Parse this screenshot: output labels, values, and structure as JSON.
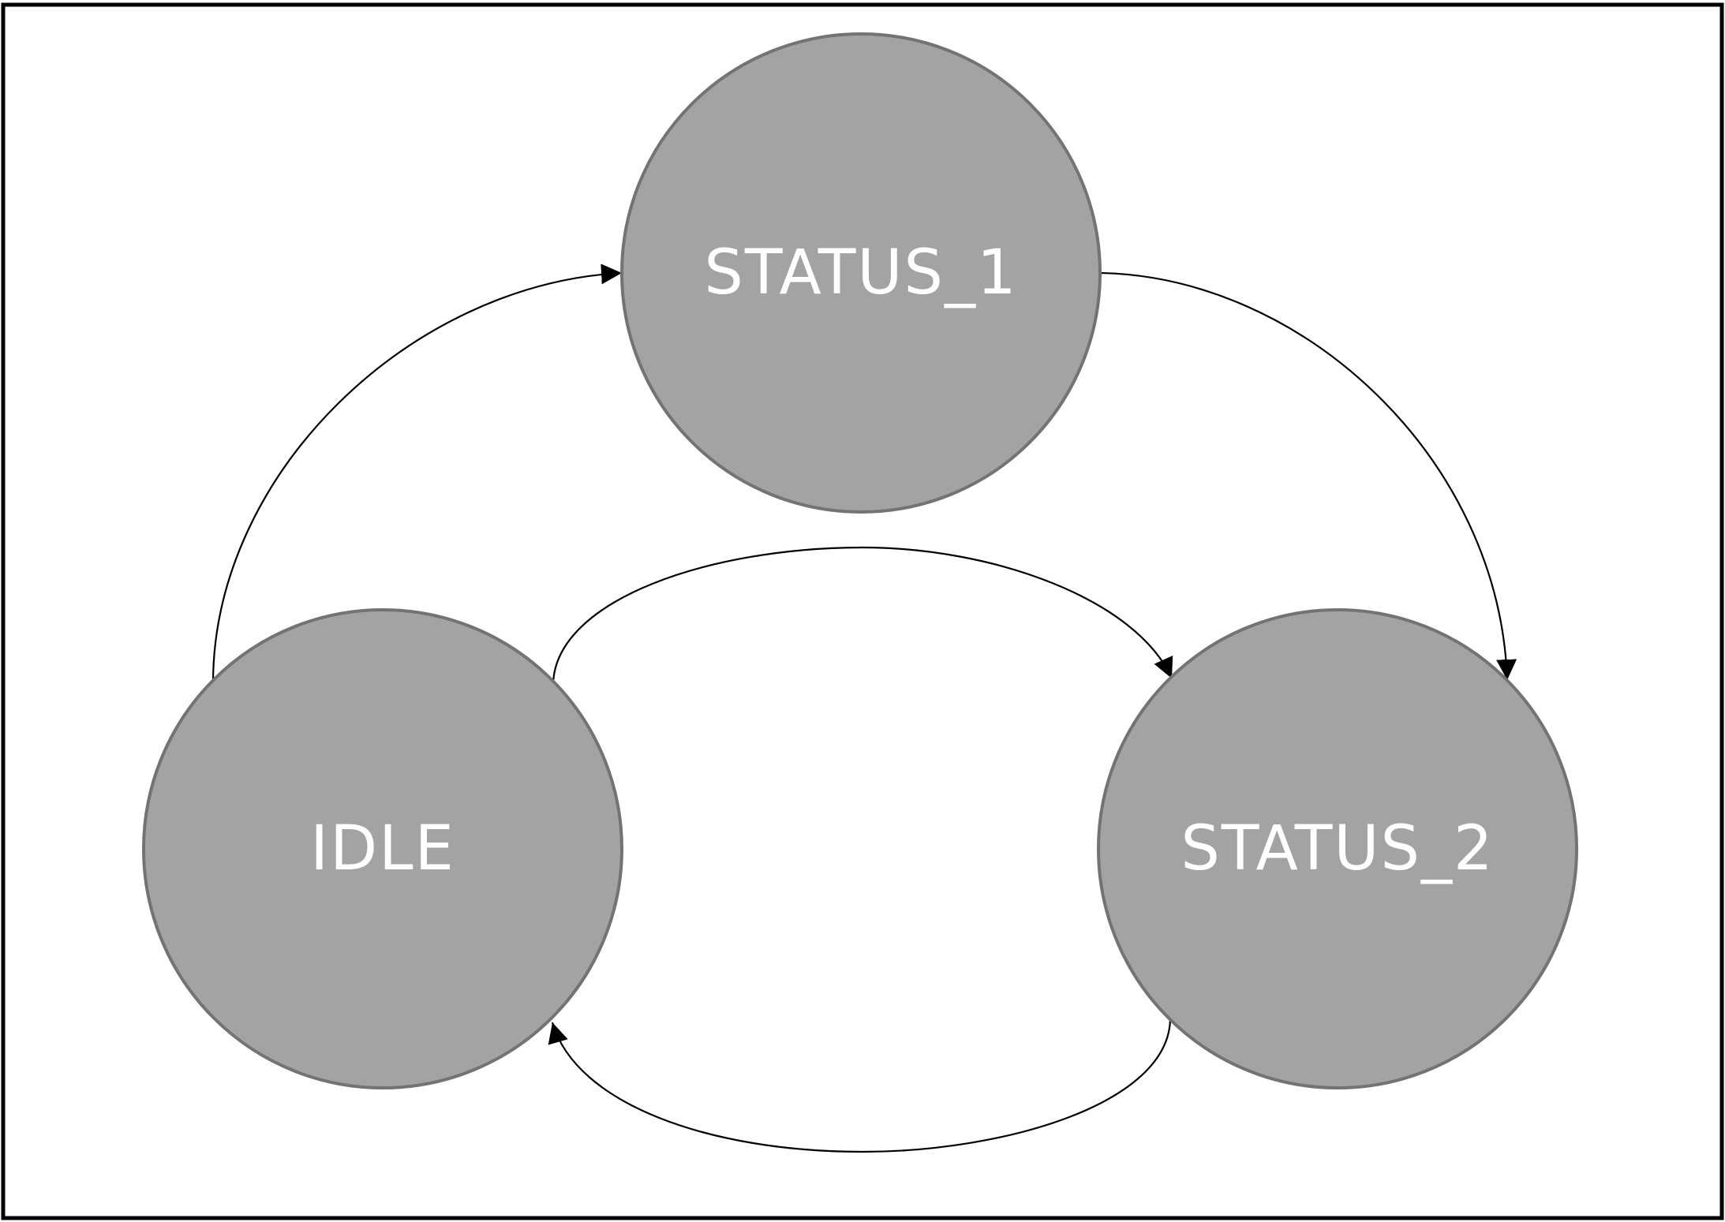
{
  "diagram": {
    "type": "state-machine",
    "colors": {
      "state_fill": "#a3a3a3",
      "state_border": "#737373",
      "label": "#ffffff",
      "edge": "#000000",
      "frame": "#000000"
    },
    "states": [
      {
        "id": "status_1",
        "label": "STATUS_1"
      },
      {
        "id": "idle",
        "label": "IDLE"
      },
      {
        "id": "status_2",
        "label": "STATUS_2"
      }
    ],
    "transitions": [
      {
        "from": "idle",
        "to": "status_1"
      },
      {
        "from": "status_1",
        "to": "status_2"
      },
      {
        "from": "idle",
        "to": "status_2"
      },
      {
        "from": "status_2",
        "to": "idle"
      }
    ]
  }
}
